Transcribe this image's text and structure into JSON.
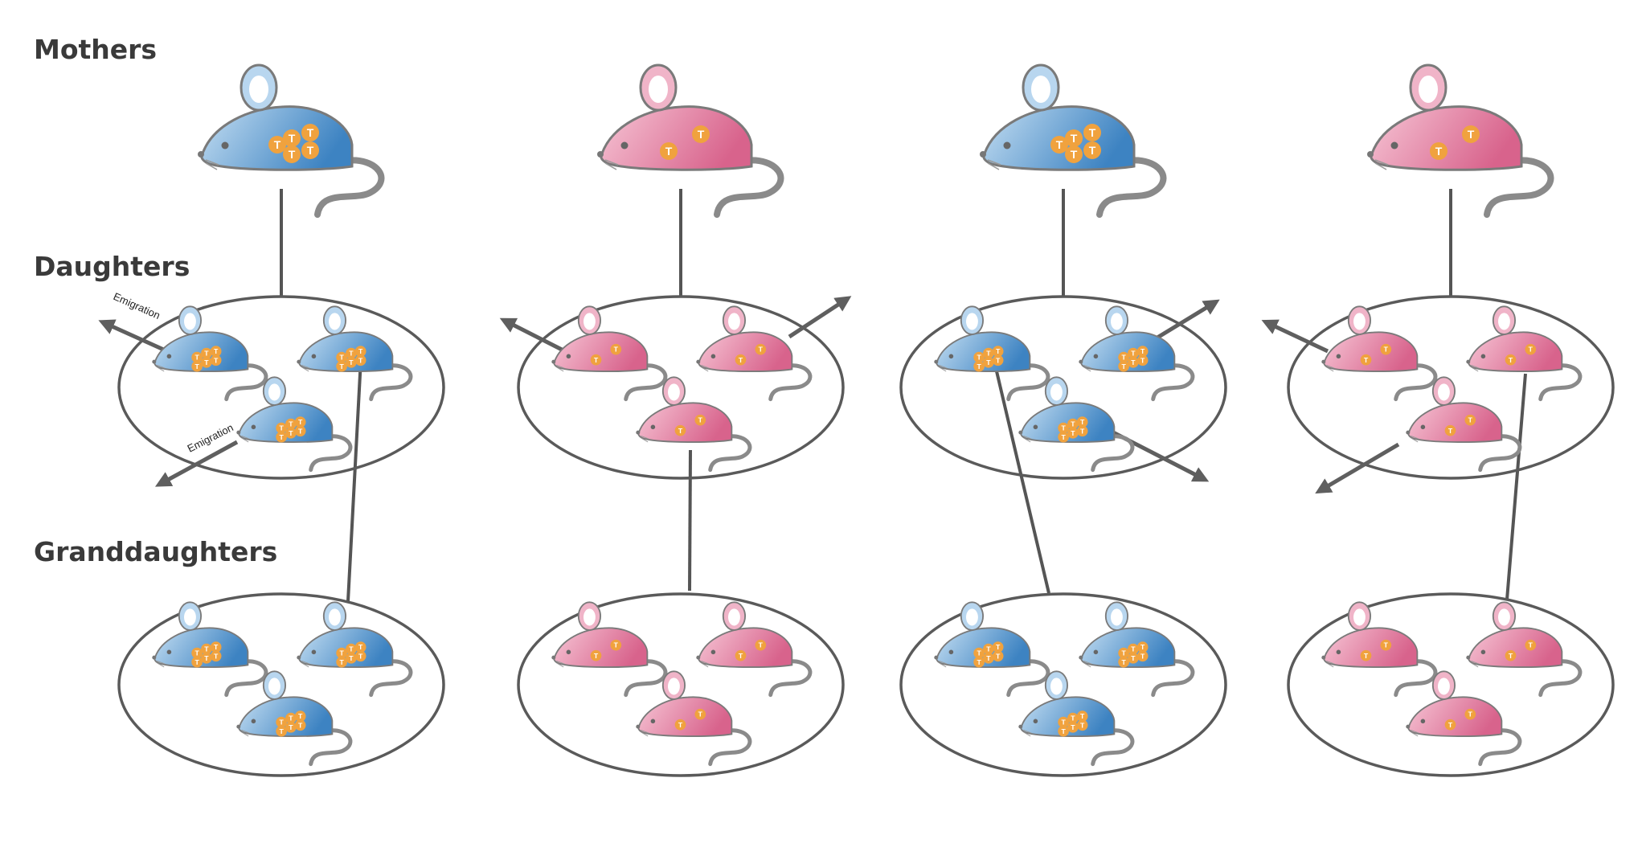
{
  "labels": {
    "mothers": "Mothers",
    "daughters": "Daughters",
    "granddaughters": "Granddaughters",
    "emigration": "Emigration"
  },
  "colors": {
    "blue_light": "#b3d4ee",
    "blue_dark": "#4a8cc6",
    "pink_light": "#f1b3c8",
    "pink_dark": "#d96b92",
    "outline": "#7a7a7a",
    "badge": "#f0a23e",
    "line": "#555555",
    "ellipse": "#5a5a5a"
  },
  "badge_letter": "T",
  "families": [
    {
      "id": "family-1",
      "color": "blue",
      "mother_badges": 5,
      "daughter_badges": 6
    },
    {
      "id": "family-2",
      "color": "pink",
      "mother_badges": 2,
      "daughter_badges": 2
    },
    {
      "id": "family-3",
      "color": "blue",
      "mother_badges": 5,
      "daughter_badges": 6
    },
    {
      "id": "family-4",
      "color": "pink",
      "mother_badges": 2,
      "daughter_badges": 2
    }
  ]
}
